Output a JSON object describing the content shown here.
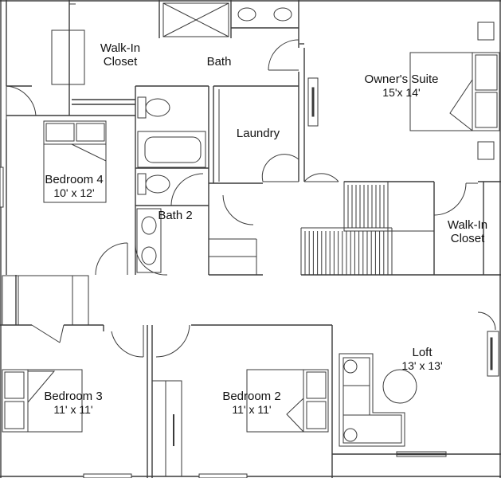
{
  "floorplan": {
    "rooms": {
      "walk_in_closet_1": {
        "name_line1": "Walk-In",
        "name_line2": "Closet"
      },
      "bath": {
        "name": "Bath"
      },
      "owners_suite": {
        "name": "Owner's Suite",
        "dims": "15'x 14'"
      },
      "laundry": {
        "name": "Laundry"
      },
      "bedroom_4": {
        "name": "Bedroom 4",
        "dims": "10' x 12'"
      },
      "bath_2": {
        "name": "Bath 2"
      },
      "walk_in_closet_2": {
        "name_line1": "Walk-In",
        "name_line2": "Closet"
      },
      "loft": {
        "name": "Loft",
        "dims": "13' x 13'"
      },
      "bedroom_3": {
        "name": "Bedroom 3",
        "dims": "11' x 11'"
      },
      "bedroom_2": {
        "name": "Bedroom 2",
        "dims": "11' x 11'"
      }
    },
    "colors": {
      "line": "#3a3a3a",
      "background": "#ffffff",
      "text": "#111111"
    }
  }
}
